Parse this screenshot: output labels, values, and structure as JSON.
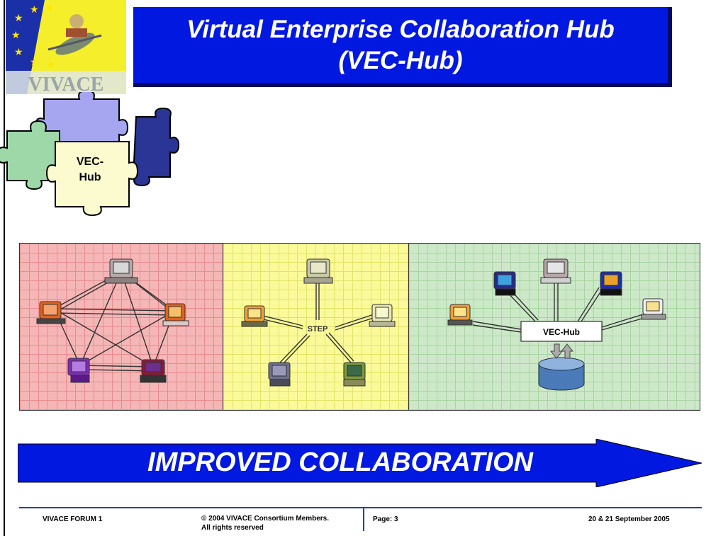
{
  "title": {
    "line1": "Virtual Enterprise Collaboration Hub",
    "line2": "(VEC-Hub)"
  },
  "logo": {
    "text": "VIVACE"
  },
  "puzzle": {
    "label_line1": "VEC-",
    "label_line2": "Hub"
  },
  "diagram": {
    "panel2_center_label": "STEP",
    "panel3_hub_label": "VEC-Hub"
  },
  "banner": {
    "text": "IMPROVED COLLABORATION"
  },
  "footer": {
    "left": "VIVACE FORUM 1",
    "copyright_line1": "© 2004 VIVACE Consortium Members.",
    "copyright_line2": "All rights reserved",
    "page": "Page: 3",
    "date": "20 & 21  September 2005"
  },
  "colors": {
    "title_bg": "#0018e0",
    "arrow": "#0018e0",
    "panel1": "#f4b6b6",
    "panel2": "#fafa9a",
    "panel3": "#cde8c9",
    "footer_rule": "#2b3ea8"
  },
  "icons": [
    "eu-flag-stars",
    "puzzle-pieces",
    "computer-icon",
    "database-icon"
  ]
}
